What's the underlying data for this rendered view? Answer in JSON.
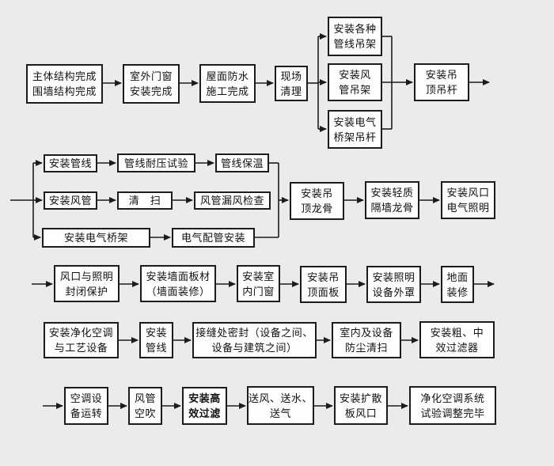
{
  "meta": {
    "type": "flowchart",
    "description": "Clean-room HVAC construction installation sequence flowchart",
    "colors": {
      "background": "#ebebeb",
      "box_fill": "#fdfdfd",
      "box_border": "#1c1c1c",
      "line": "#1c1c1c",
      "text": "#111111"
    }
  },
  "flowchart": {
    "row1": {
      "b1": "主体结构完成\n围墙结构完成",
      "b2": "室外门窗\n安装完成",
      "b3": "屋面防水\n施工完成",
      "b4": "现场\n清理",
      "b5": "安装各种\n管线吊架",
      "b6": "安装风\n管吊架",
      "b7": "安装电气\n桥架吊杆",
      "b8": "安装吊\n顶吊杆"
    },
    "row2": {
      "b1": "安装管线",
      "b2": "管线耐压试验",
      "b3": "管线保温",
      "b4": "安装风管",
      "b5": "清　扫",
      "b6": "风管漏风检查",
      "b7": "安装电气桥架",
      "b8": "电气配管安装",
      "b9": "安装吊\n顶龙骨",
      "b10": "安装轻质\n隔墙龙骨",
      "b11": "安装风口\n电气照明"
    },
    "row3": {
      "b1": "风口与照明\n封闭保护",
      "b2": "安装墙面板材\n（墙面装修）",
      "b3": "安装室\n内门窗",
      "b4": "安装吊\n顶面板",
      "b5": "安装照明\n设备外罩",
      "b6": "地面\n装修"
    },
    "row4": {
      "b1": "安装净化空调\n与工艺设备",
      "b2": "安装\n管线",
      "b3": "接缝处密封（设备之间、\n设备与建筑之间）",
      "b4": "室内及设备\n防尘清扫",
      "b5": "安装粗、中\n效过滤器"
    },
    "row5": {
      "b1": "空调设\n备运转",
      "b2": "风管\n空吹",
      "b3": "安装高\n效过滤",
      "b4": "送风、送水、\n送气",
      "b5": "安装扩散\n板风口",
      "b6": "净化空调系统\n试验调整完毕"
    }
  }
}
